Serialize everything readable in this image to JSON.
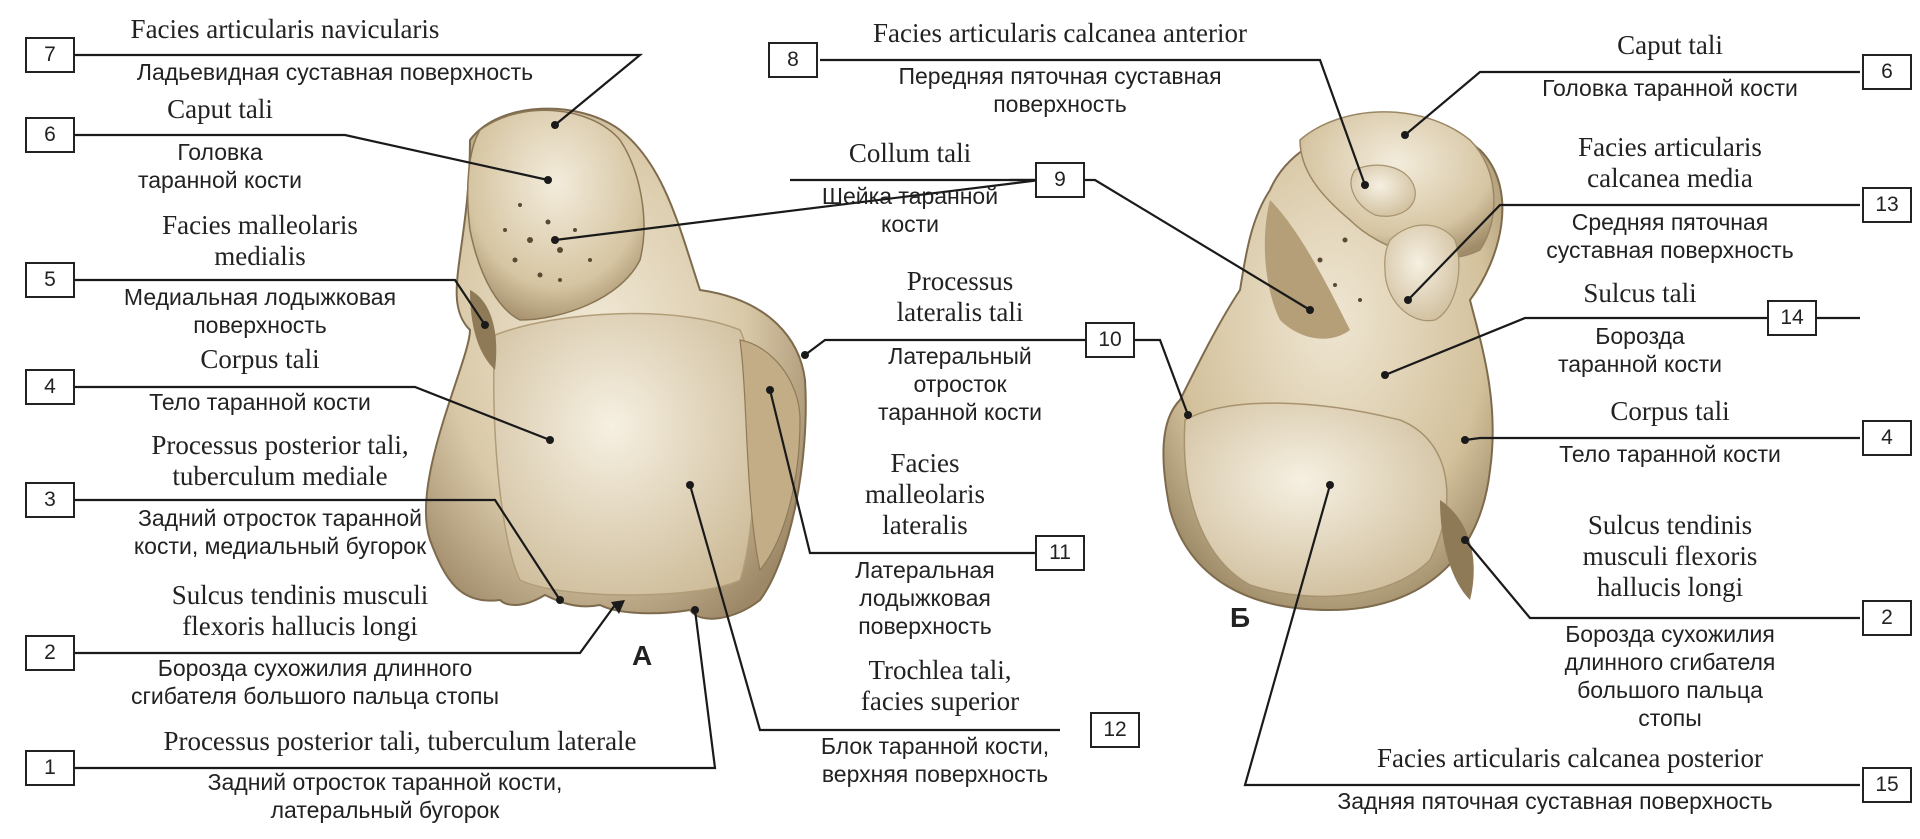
{
  "views": {
    "a": "А",
    "b": "Б"
  },
  "labels": {
    "l7": {
      "num": "7",
      "latin": "Facies articularis navicularis",
      "russian": "Ладьевидная суставная поверхность"
    },
    "l6a": {
      "num": "6",
      "latin": "Caput tali",
      "russian": "Головка\nтаранной кости"
    },
    "l5": {
      "num": "5",
      "latin": "Facies malleolaris\nmedialis",
      "russian": "Медиальная лодыжковая\nповерхность"
    },
    "l4a": {
      "num": "4",
      "latin": "Corpus tali",
      "russian": "Тело таранной кости"
    },
    "l3": {
      "num": "3",
      "latin": "Processus posterior tali,\ntuberculum mediale",
      "russian": "Задний отросток таранной\nкости, медиальный бугорок"
    },
    "l2a": {
      "num": "2",
      "latin": "Sulcus tendinis musculi\nflexoris hallucis longi",
      "russian": "Борозда сухожилия длинного\nсгибателя большого пальца стопы"
    },
    "l1": {
      "num": "1",
      "latin": "Processus posterior tali, tuberculum laterale",
      "russian": "Задний отросток таранной кости,\nлатеральный бугорок"
    },
    "l8": {
      "num": "8",
      "latin": "Facies articularis calcanea anterior",
      "russian": "Передняя пяточная суставная\nповерхность"
    },
    "l9": {
      "num": "9",
      "latin": "Collum tali",
      "russian": "Шейка таранной\nкости"
    },
    "l10": {
      "num": "10",
      "latin": "Processus\nlateralis tali",
      "russian": "Латеральный\nотросток\nтаранной кости"
    },
    "l11": {
      "num": "11",
      "latin": "Facies\nmalleolaris\nlateralis",
      "russian": "Латеральная\nлодыжковая\nповерхность"
    },
    "l12": {
      "num": "12",
      "latin": "Trochlea tali,\nfacies superior",
      "russian": "Блок таранной кости,\nверхняя поверхность"
    },
    "l6b": {
      "num": "6",
      "latin": "Caput tali",
      "russian": "Головка таранной кости"
    },
    "l13": {
      "num": "13",
      "latin": "Facies articularis\ncalcanea media",
      "russian": "Средняя пяточная\nсуставная поверхность"
    },
    "l14": {
      "num": "14",
      "latin": "Sulcus tali",
      "russian": "Борозда\nтаранной кости"
    },
    "l4b": {
      "num": "4",
      "latin": "Corpus tali",
      "russian": "Тело таранной кости"
    },
    "l2b": {
      "num": "2",
      "latin": "Sulcus tendinis\nmusculi flexoris\nhallucis longi",
      "russian": "Борозда сухожилия\nдлинного сгибателя\nбольшого пальца\nстопы"
    },
    "l15": {
      "num": "15",
      "latin": "Facies articularis calcanea posterior",
      "russian": "Задняя пяточная суставная поверхность"
    }
  },
  "colors": {
    "bone_light": "#ede4d0",
    "bone_mid": "#c9b48f",
    "bone_dark": "#8d7a5a",
    "line": "#1a1a1a"
  }
}
